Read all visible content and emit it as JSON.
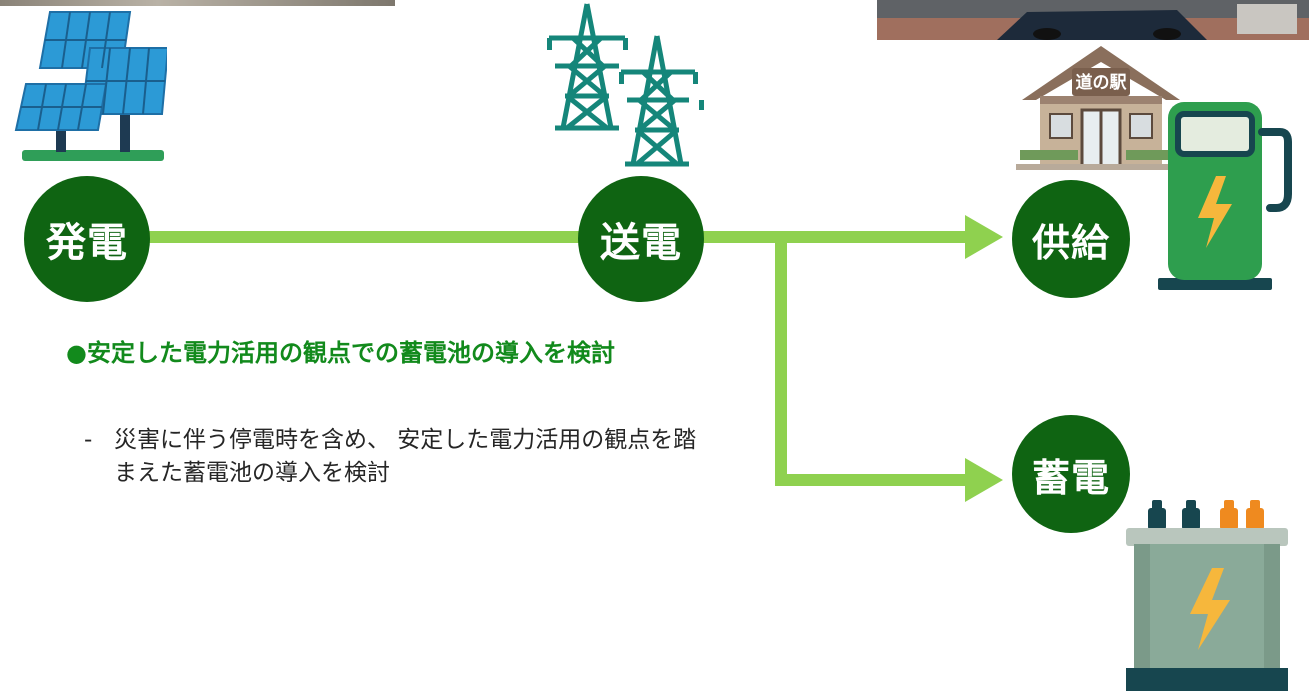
{
  "nodes": {
    "generation": "発電",
    "transmission": "送電",
    "supply": "供給",
    "storage": "蓄電"
  },
  "michi_no_eki_sign": "道の駅",
  "note": {
    "heading": "●安定した電力活用の観点での蓄電池の導入を検討",
    "bullet_marker": "-",
    "detail": "災害に伴う停電時を含め、 安定した電力活用の観点を踏まえた蓄電池の導入を検討"
  },
  "icons": {
    "solar": "solar-panel-icon",
    "tower": "transmission-tower-icon",
    "station": "roadside-station-icon",
    "charger": "ev-charger-icon",
    "battery": "battery-icon"
  },
  "colors": {
    "node_fill": "#0f6412",
    "connector": "#8fd14f",
    "heading_text": "#128a1c",
    "solar_panel": "#2c9ad6",
    "tower": "#15867a",
    "charger_body": "#2e9e4e",
    "bolt": "#f6b73c",
    "battery_body": "#8aaa99"
  }
}
